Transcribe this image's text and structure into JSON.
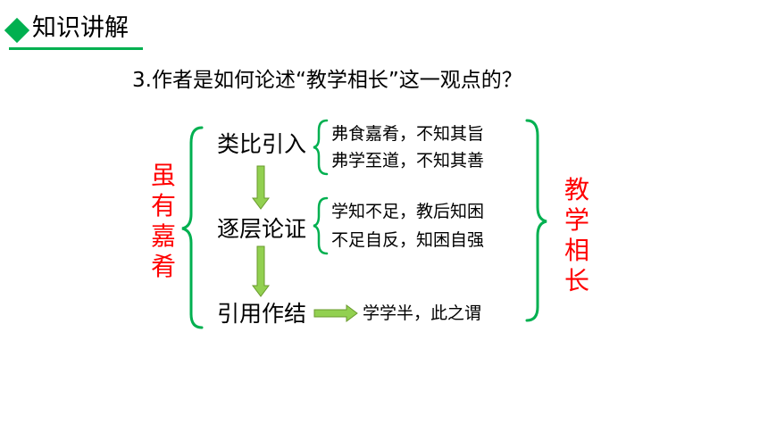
{
  "header": {
    "title": "知识讲解"
  },
  "question": "3.作者是如何论述“教学相长”这一观点的？",
  "left_label": [
    "虽",
    "有",
    "嘉",
    "肴"
  ],
  "right_label": [
    "教",
    "学",
    "相",
    "长"
  ],
  "steps": [
    {
      "label": "类比引入",
      "quotes": [
        "弗食嘉肴，不知其旨",
        "弗学至道，不知其善"
      ]
    },
    {
      "label": "逐层论证",
      "quotes": [
        "学知不足，教后知困",
        "不足自反，知困自强"
      ]
    },
    {
      "label": "引用作结",
      "quotes": [
        "学学半，此之谓"
      ]
    }
  ],
  "colors": {
    "accent_green": "#00b050",
    "arrow_fill": "#92d050",
    "arrow_stroke": "#6a9a2e",
    "label_red": "#ff0000"
  }
}
